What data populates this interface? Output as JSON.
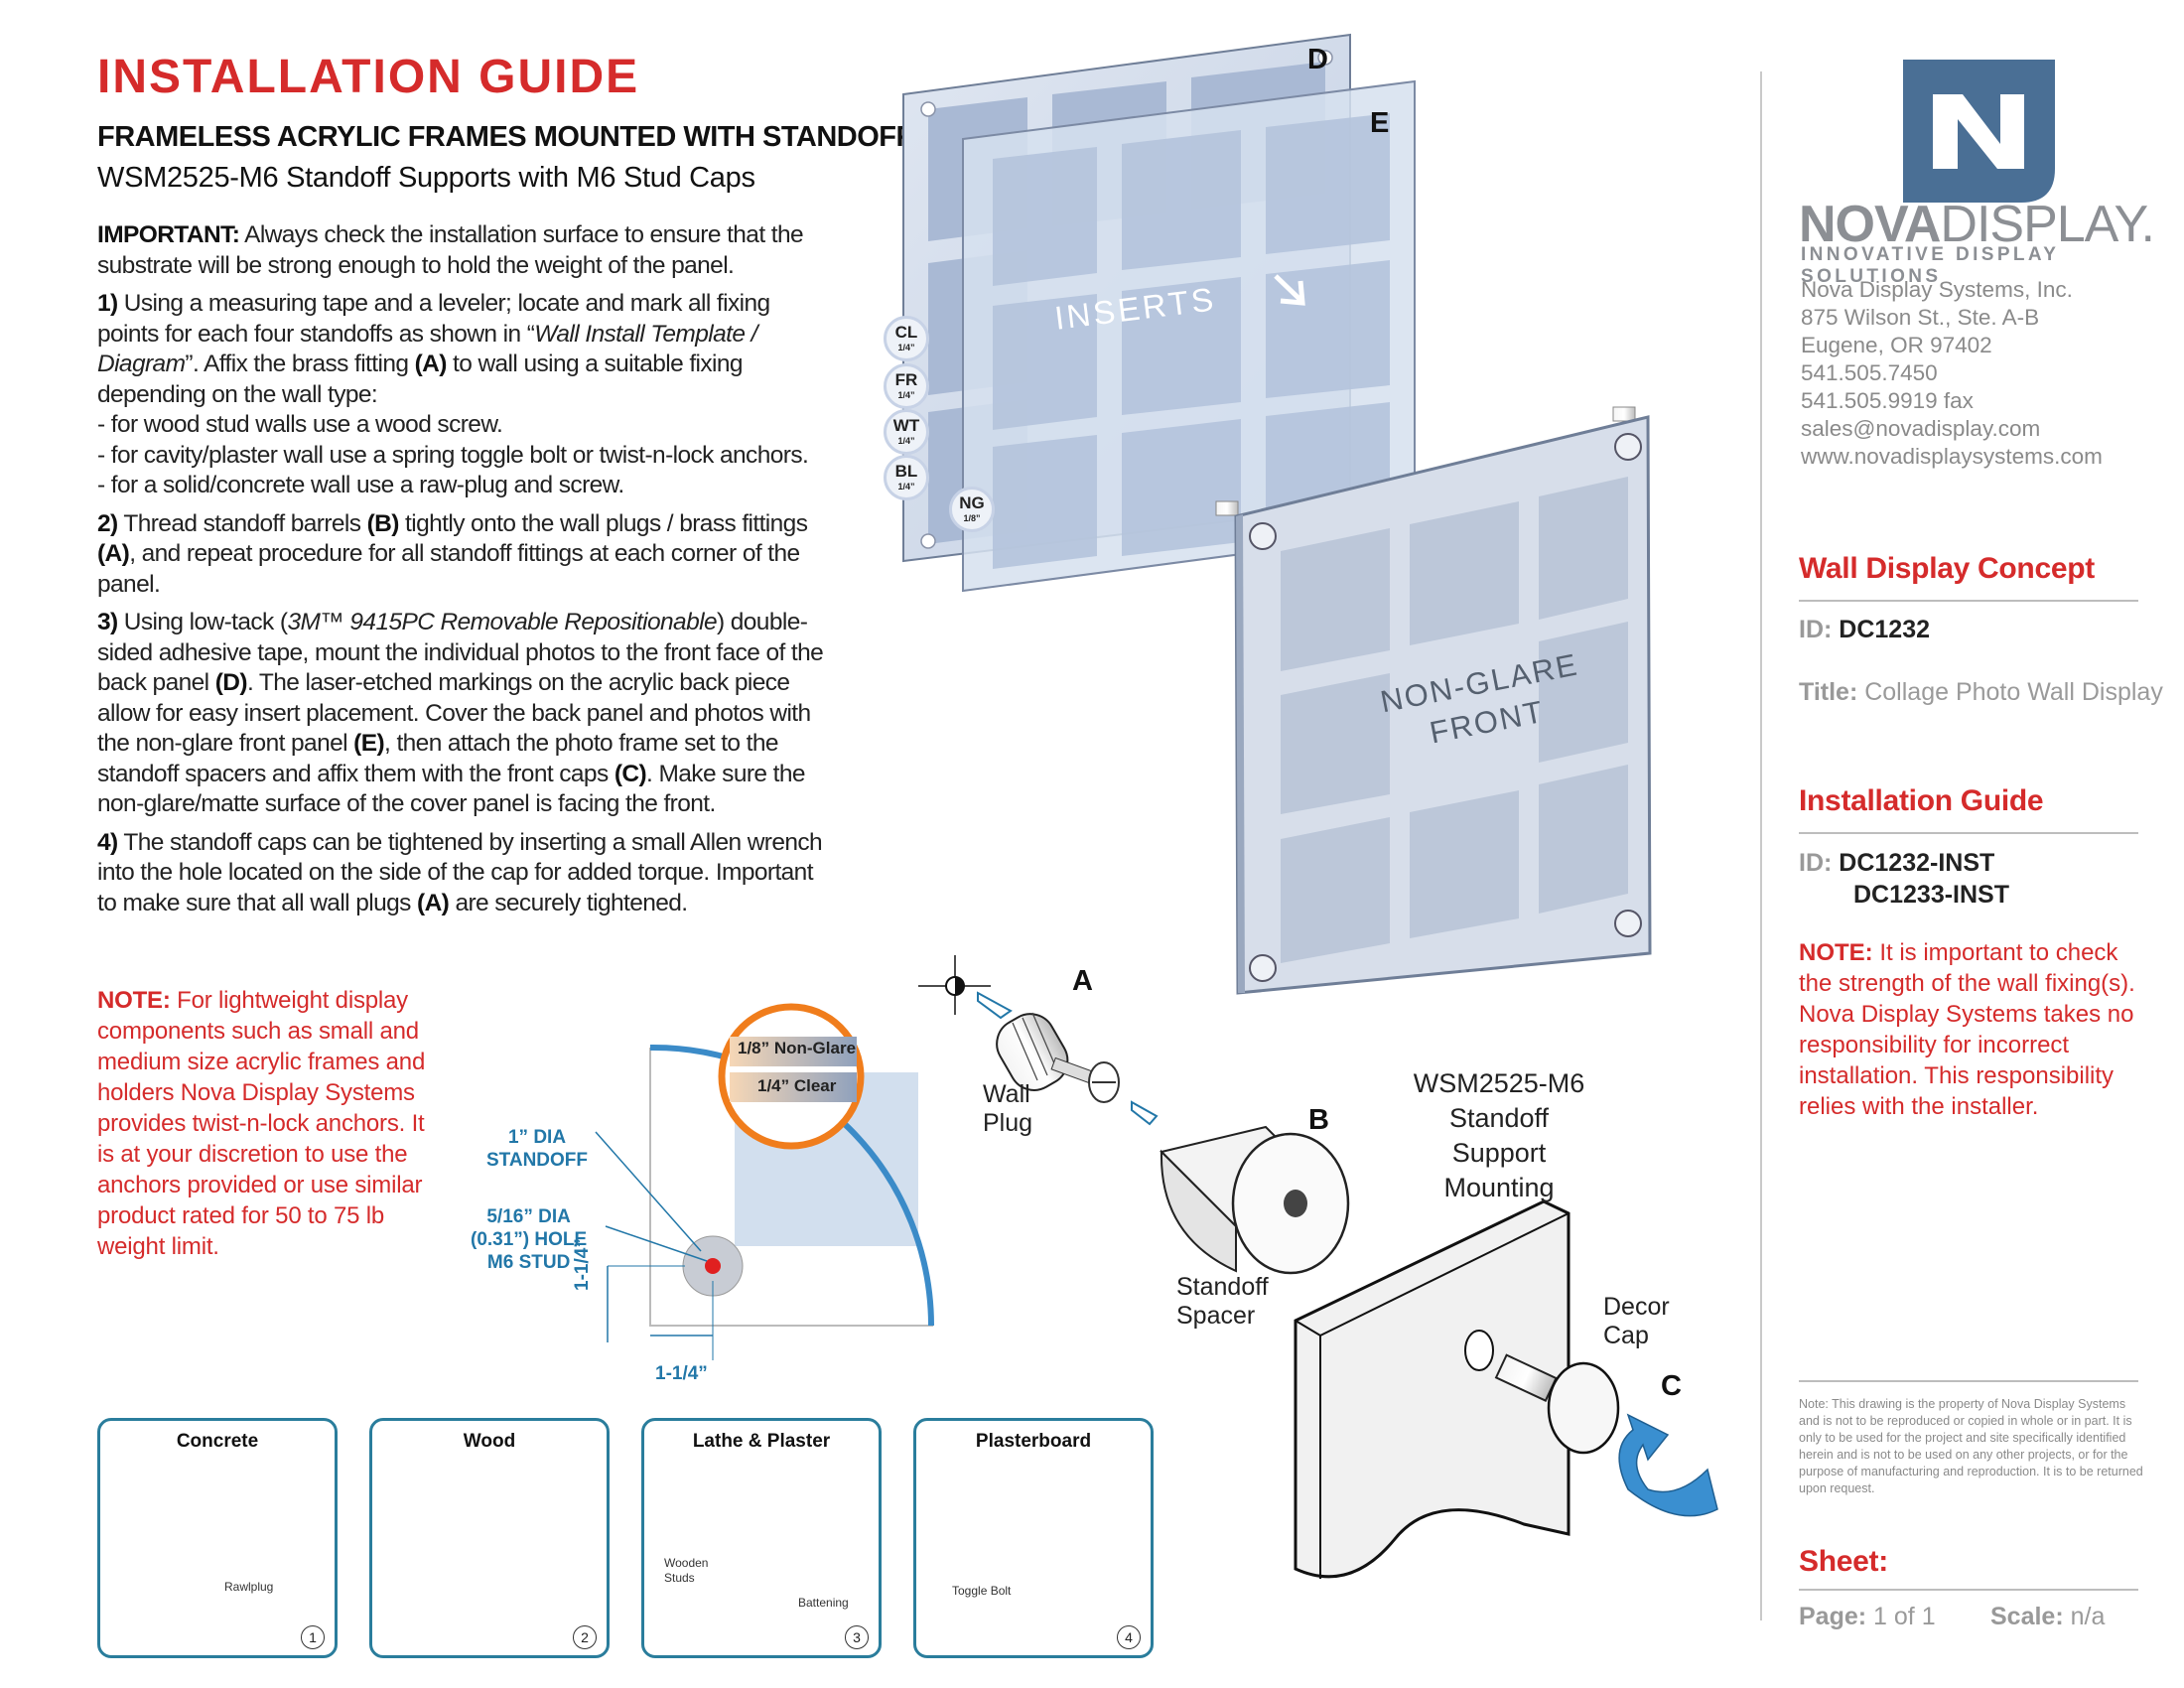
{
  "header": {
    "title": "INSTALLATION GUIDE",
    "subtitle": "FRAMELESS ACRYLIC FRAMES MOUNTED WITH STANDOFF SYSTEMS",
    "subtitle2": "WSM2525-M6 Standoff Supports with M6 Stud Caps"
  },
  "instructions": {
    "important_label": "IMPORTANT:",
    "important_text": " Always check the installation surface to ensure that the substrate will be strong enough to hold the weight of the panel.",
    "s1_num": "1)",
    "s1_a": " Using a measuring tape and a leveler; locate and mark all fixing points for each four standoffs as shown in “",
    "s1_italic": "Wall Install Template / Diagram",
    "s1_b": "”. Affix the brass fitting ",
    "s1_A": "(A)",
    "s1_c": " to wall using a suitable fixing depending on the wall type:",
    "s1_l1": "- for wood stud walls use a wood screw.",
    "s1_l2": "- for cavity/plaster wall use a spring toggle bolt or twist-n-lock anchors.",
    "s1_l3": "- for a solid/concrete wall use a raw-plug and screw.",
    "s2_num": "2)",
    "s2_a": " Thread standoff barrels ",
    "s2_B": "(B)",
    "s2_b": " tightly onto the wall plugs / brass fittings ",
    "s2_A": "(A)",
    "s2_c": ", and repeat procedure for all standoff fittings at each corner of the panel.",
    "s3_num": "3)",
    "s3_a": " Using low-tack (",
    "s3_italic": "3M™ 9415PC Removable Repositionable",
    "s3_b": ") double-sided adhesive tape, mount the individual photos to the front face of the back panel ",
    "s3_D": "(D)",
    "s3_c": ". The laser-etched markings on the acrylic back piece allow for easy insert placement. Cover the back panel and photos with the non-glare front panel ",
    "s3_E": "(E)",
    "s3_d": ", then attach the photo frame set to the standoff spacers and affix them with the front caps ",
    "s3_C": "(C)",
    "s3_e": ". Make sure the non-glare/matte surface of the cover panel is facing the front.",
    "s4_num": "4)",
    "s4_a": " The standoff caps can be tightened by inserting a small Allen wrench into the hole located on the side of the cap for added torque. Important to make sure that all wall plugs ",
    "s4_A": "(A)",
    "s4_b": " are securely tightened."
  },
  "note_left": {
    "label": "NOTE:",
    "text": " For lightweight display components such as small and medium size acrylic frames and holders Nova Display Systems provides twist-n-lock anchors. It is at your discretion to use the anchors provided or use similar product rated for 50 to 75 lb weight limit."
  },
  "diagram": {
    "panel_d": "D",
    "panel_e": "E",
    "inserts": "INSERTS",
    "non_glare_1": "NON-GLARE",
    "non_glare_2": "FRONT",
    "tags": [
      {
        "code": "CL",
        "size": "1/4”"
      },
      {
        "code": "FR",
        "size": "1/4”"
      },
      {
        "code": "WT",
        "size": "1/4”"
      },
      {
        "code": "BL",
        "size": "1/4”"
      },
      {
        "code": "NG",
        "size": "1/8”"
      }
    ],
    "dia_standoff_1": "1” DIA",
    "dia_standoff_2": "STANDOFF",
    "dia_hole_1": "5/16” DIA",
    "dia_hole_2": "(0.31”) HOLE",
    "dia_hole_3": "M6 STUD",
    "dim_v": "1-1/4”",
    "dim_h": "1-1/4”",
    "thick_1": "1/8” Non-Glare",
    "thick_2": "1/4” Clear",
    "letter_a": "A",
    "letter_b": "B",
    "letter_c": "C",
    "wall_plug_1": "Wall",
    "wall_plug_2": "Plug",
    "standoff_spacer_1": "Standoff",
    "standoff_spacer_2": "Spacer",
    "decor_cap_1": "Decor",
    "decor_cap_2": "Cap",
    "support_1": "WSM2525-M6",
    "support_2": "Standoff Support",
    "support_3": "Mounting"
  },
  "wall_types": [
    {
      "title": "Concrete",
      "label": "Rawlplug",
      "num": "1"
    },
    {
      "title": "Wood",
      "label": "",
      "num": "2"
    },
    {
      "title": "Lathe & Plaster",
      "label_a1": "Wooden",
      "label_a2": "Studs",
      "label": "Battening",
      "num": "3"
    },
    {
      "title": "Plasterboard",
      "label": "Toggle Bolt",
      "num": "4"
    }
  ],
  "sidebar": {
    "brand_bold": "NOVA",
    "brand_thin": "DISPLAY",
    "brand_mark": ".",
    "tagline": "INNOVATIVE DISPLAY SOLUTIONS",
    "company": [
      "Nova Display Systems, Inc.",
      "875 Wilson St., Ste. A-B",
      "Eugene, OR 97402",
      "541.505.7450",
      "541.505.9919 fax",
      "sales@novadisplay.com",
      "www.novadisplaysystems.com"
    ],
    "concept_head": "Wall Display Concept",
    "id_label": "ID:",
    "concept_id": "DC1232",
    "title_label": "Title:",
    "concept_title": "Collage Photo Wall Display",
    "guide_head": "Installation Guide",
    "guide_id_1": "DC1232-INST",
    "guide_id_2": "DC1233-INST",
    "note_label": "NOTE:",
    "note_text": " It is important to check the strength of the wall fixing(s). Nova Display Systems takes no responsibility for incorrect installation. This responsibility relies with the installer.",
    "disclaimer": "Note: This drawing is the property of Nova Display Systems and is not to be reproduced or copied in whole or in part. It is only to be used for the project and site specifically identified herein and is not to be used on any other projects, or for the purpose of manufacturing and reproduction. It is to be returned upon request.",
    "sheet_head": "Sheet:",
    "page_label": "Page:",
    "page_value": "1 of 1",
    "scale_label": "Scale:",
    "scale_value": "n/a"
  },
  "colors": {
    "accent_red": "#d52b2b",
    "logo_blue": "#4a6f95",
    "diagram_blue": "#2277a8",
    "box_teal": "#2a7d9c"
  }
}
